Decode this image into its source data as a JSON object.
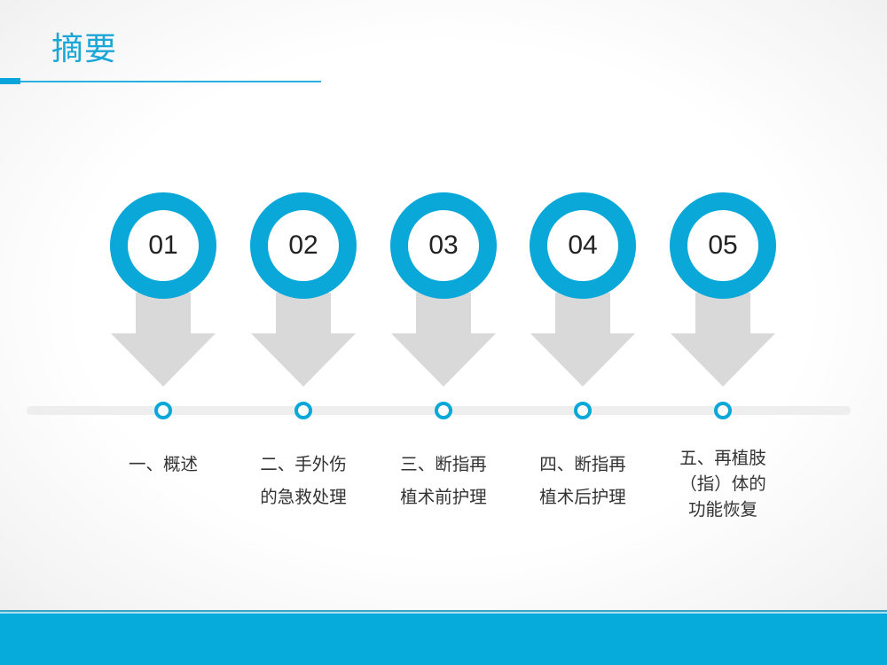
{
  "slide": {
    "title": "摘要",
    "accent_color": "#0aa7d9"
  },
  "steps": [
    {
      "number": "01",
      "label": "一、概述"
    },
    {
      "number": "02",
      "label": "二、手外伤\n的急救处理"
    },
    {
      "number": "03",
      "label": "三、断指再\n植术前护理"
    },
    {
      "number": "04",
      "label": "四、断指再\n植术后护理"
    },
    {
      "number": "05",
      "label": "五、再植肢\n（指）体的\n功能恢复"
    }
  ]
}
